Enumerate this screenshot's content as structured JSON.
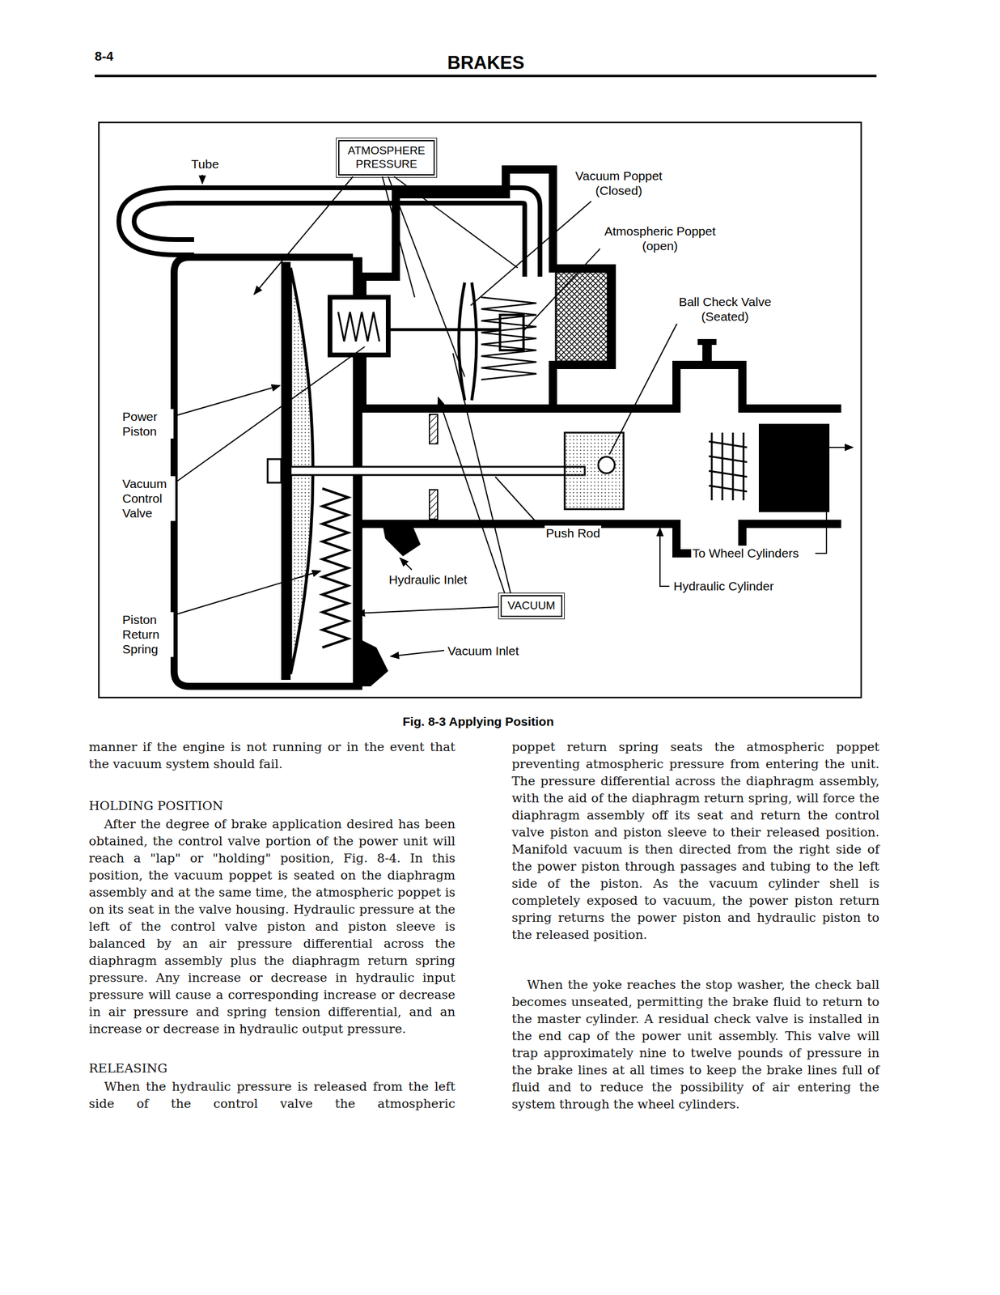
{
  "diagram": {
    "title": "BRAKES",
    "caption": "Fig. 8-3 Applying Position",
    "nodes": [
      {
        "text": [
          "ATMOSPHERE PRESSURE"
        ]
      },
      {
        "text": [
          "VACUUM"
        ]
      }
    ],
    "labels": [
      "8-4",
      "Tube",
      "Vacuum Poppet (Closed)",
      "Atmospheric Poppet (open)",
      "Ball Check Valve (Seated)",
      "Power Piston",
      "Vacuum Control Valve",
      "Push Rod",
      "To Wheel Cylinders",
      "Hydraulic Cylinder",
      "Hydraulic Inlet",
      "Piston Return Spring",
      "Vacuum Inlet",
      "manner if the engine is not running or in the event that the vacuum system should fail.",
      "HOLDING POSITION",
      "After the degree of brake application desired has been obtained, the control valve portion of the power unit will reach a \"lap\" or \"holding\" position, Fig. 8-4. In this position, the vacuum poppet is seated on the diaphragm assembly and at the same time, the atmospheric poppet is on its seat in the valve housing. Hydraulic pressure at the left of the control valve piston and piston sleeve is balanced by an air pressure differential across the diaphragm assembly plus the diaphragm return spring pressure. Any increase or decrease in hydraulic input pressure will cause a corresponding increase or decrease in air pressure and spring tension differential, and an increase or decrease in hydraulic output pressure.",
      "RELEASING",
      "When the hydraulic pressure is released from the left side of the control valve the atmospheric",
      "poppet return spring seats the atmospheric poppet preventing atmospheric pressure from entering the unit. The pressure differential across the diaphragm assembly, with the aid of the diaphragm return spring, will force the diaphragm assembly off its seat and return the control valve piston and piston sleeve to their released position. Manifold vacuum is then directed from the right side of the power piston through passages and tubing to the left side of the piston. As the vacuum cylinder shell is completely exposed to vacuum, the power piston return spring returns the power piston and hydraulic piston to the released position.",
      "When the yoke reaches the stop washer, the check ball becomes unseated, permitting the brake fluid to return to the master cylinder. A residual check valve is installed in the end cap of the power unit assembly. This valve will trap approximately nine to twelve pounds of pressure in the brake lines at all times to keep the brake lines full of fluid and to reduce the possibility of air entering the system through the wheel cylinders."
    ]
  }
}
